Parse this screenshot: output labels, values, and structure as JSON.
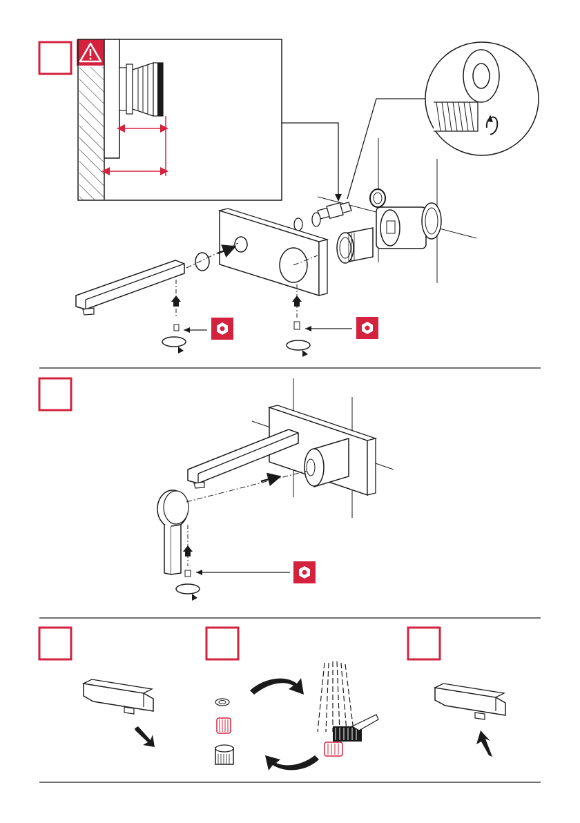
{
  "page": {
    "type": "installation-instructions-diagram",
    "colors": {
      "accent": "#d4213d",
      "line": "#1a1a1a",
      "background": "#ffffff"
    }
  },
  "sections": [
    {
      "name": "wall-mount-assembly",
      "step_box": "empty-red-square",
      "warning_icon": "warning-triangle-icon",
      "tool_icons": [
        "hex-key-icon",
        "hex-key-icon"
      ],
      "rotation_icons": [
        "rotate-arrow-icon",
        "rotate-arrow-icon"
      ],
      "detail_callout": "thread-tape-icon"
    },
    {
      "name": "handle-assembly",
      "step_box": "empty-red-square",
      "tool_icons": [
        "hex-key-icon"
      ],
      "rotation_icons": [
        "rotate-arrow-icon"
      ]
    },
    {
      "name": "maintenance-steps",
      "steps": [
        {
          "step_box": "empty-red-square",
          "illustration": "spout-remove-aerator"
        },
        {
          "step_box": "empty-red-square",
          "illustration": "clean-aerator-cycle"
        },
        {
          "step_box": "empty-red-square",
          "illustration": "spout-refit-aerator"
        }
      ]
    }
  ]
}
